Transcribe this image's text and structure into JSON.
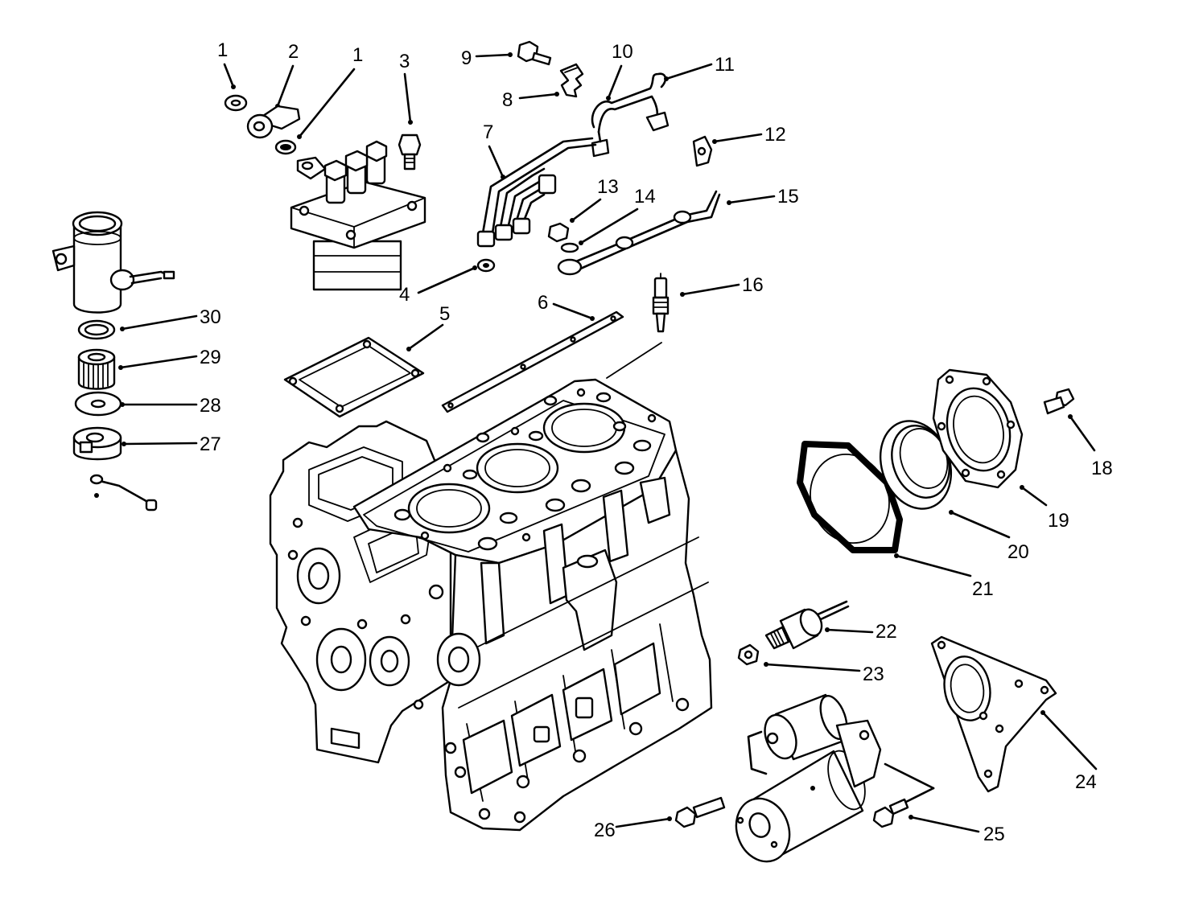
{
  "callouts": {
    "c1a": "1",
    "c2": "2",
    "c1b": "1",
    "c3": "3",
    "c4": "4",
    "c5": "5",
    "c6": "6",
    "c7": "7",
    "c8": "8",
    "c9": "9",
    "c10": "10",
    "c11": "11",
    "c12": "12",
    "c13": "13",
    "c14": "14",
    "c15": "15",
    "c16": "16",
    "c18": "18",
    "c19": "19",
    "c20": "20",
    "c21": "21",
    "c22": "22",
    "c23": "23",
    "c24": "24",
    "c25": "25",
    "c26": "26",
    "c27": "27",
    "c28": "28",
    "c29": "29",
    "c30": "30"
  },
  "parts": [
    "washer-1",
    "banjo-fitting-2",
    "washer-1b",
    "bolt-3",
    "injection-pump",
    "shim-4",
    "gasket-5",
    "gasket-strip-6",
    "injection-lines-7",
    "clamp-8",
    "bolt-9",
    "fuel-pipe-10",
    "banjo-pipe-11",
    "bracket-12",
    "nut-13",
    "washer-14",
    "leak-off-line-15",
    "glow-plug-16",
    "bolt-18",
    "retainer-plate-19",
    "oil-seal-20",
    "gasket-21",
    "sender-22",
    "nut-23",
    "adapter-plate-24",
    "bolt-25",
    "bolt-26",
    "cap-27",
    "seal-28",
    "filter-29",
    "o-ring-30",
    "fuel-pump",
    "starter-motor",
    "cylinder-block"
  ]
}
